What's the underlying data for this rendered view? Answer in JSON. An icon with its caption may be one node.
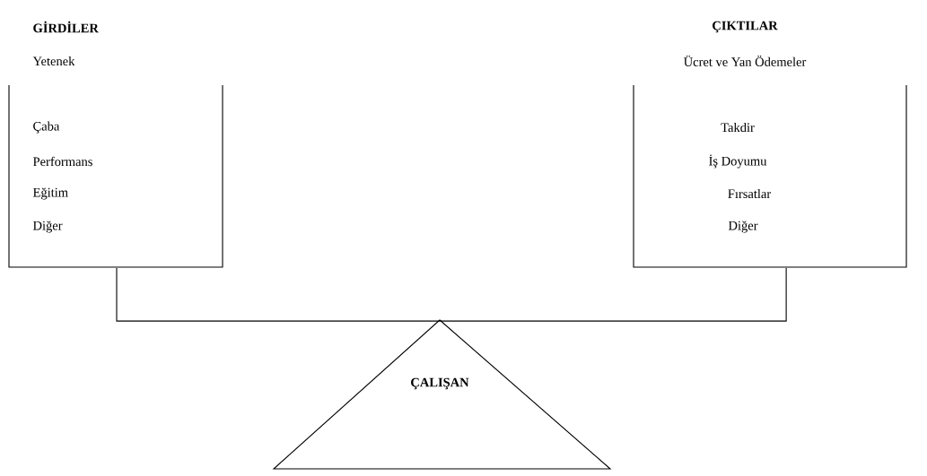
{
  "diagram": {
    "nodes": [
      {
        "text": [
          "GİRDİLER",
          "Yetenek",
          "Çaba",
          "Performans",
          "Eğitim",
          "Diğer"
        ]
      },
      {
        "text": [
          "ÇIKTILAR",
          "Ücret ve Yan Ödemeler",
          "Takdir",
          "İş Doyumu",
          "Fırsatlar",
          "Diğer"
        ]
      },
      {
        "text": [
          "ÇALIŞAN"
        ]
      }
    ],
    "edges": [
      {
        "from": 0,
        "to": 1,
        "arrow": "none"
      }
    ]
  }
}
